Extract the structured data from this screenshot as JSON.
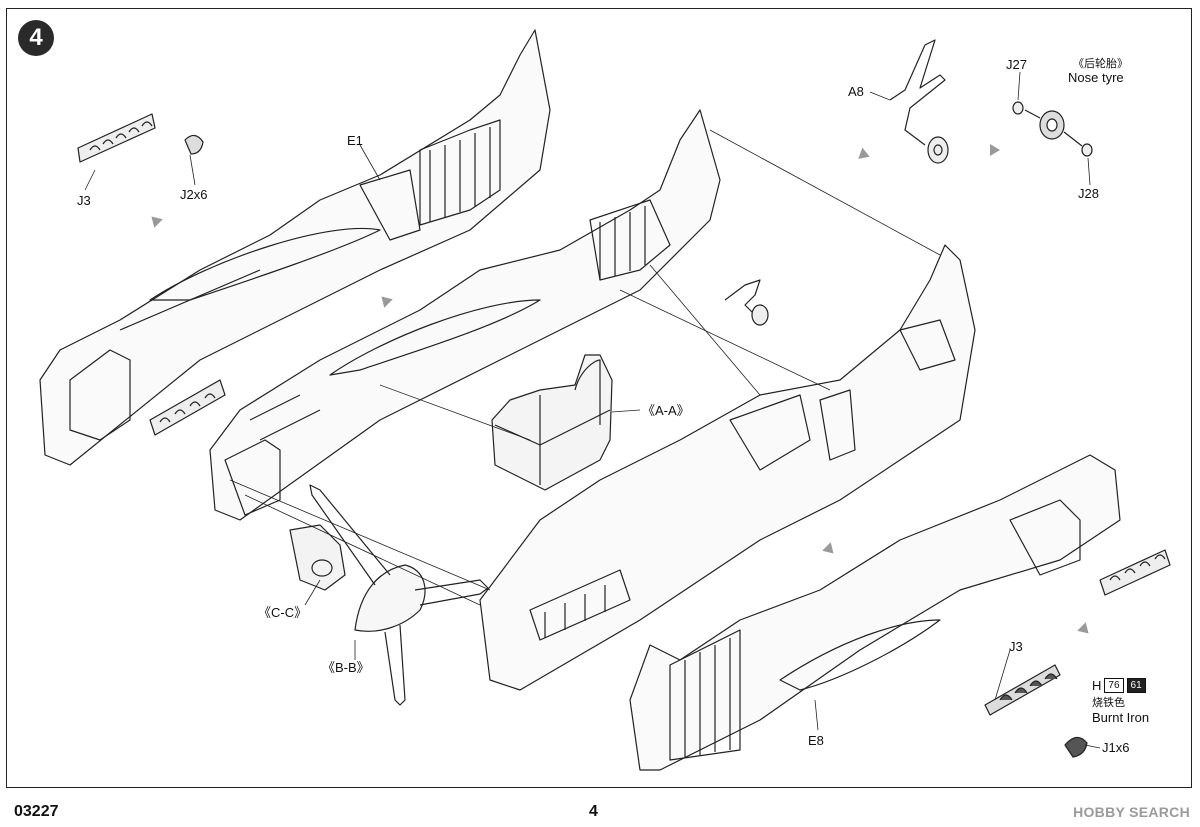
{
  "step": {
    "number": "4"
  },
  "labels": {
    "e1": "E1",
    "e8": "E8",
    "j3_top": "J3",
    "j2x6": "J2x6",
    "a8": "A8",
    "j27": "J27",
    "j28": "J28",
    "nose_tyre_cn": "《后轮胎》",
    "nose_tyre": "Nose tyre",
    "section_aa": "《A-A》",
    "section_bb": "《B-B》",
    "section_cc": "《C-C》",
    "j3_bottom": "J3",
    "j1x6": "J1x6"
  },
  "paint": {
    "code_letter": "H",
    "code_a": "76",
    "code_b": "61",
    "name_cn": "烧铁色",
    "name_en": "Burnt Iron"
  },
  "footer": {
    "product_code": "03227",
    "page_number": "4",
    "watermark": "HOBBY SEARCH"
  }
}
